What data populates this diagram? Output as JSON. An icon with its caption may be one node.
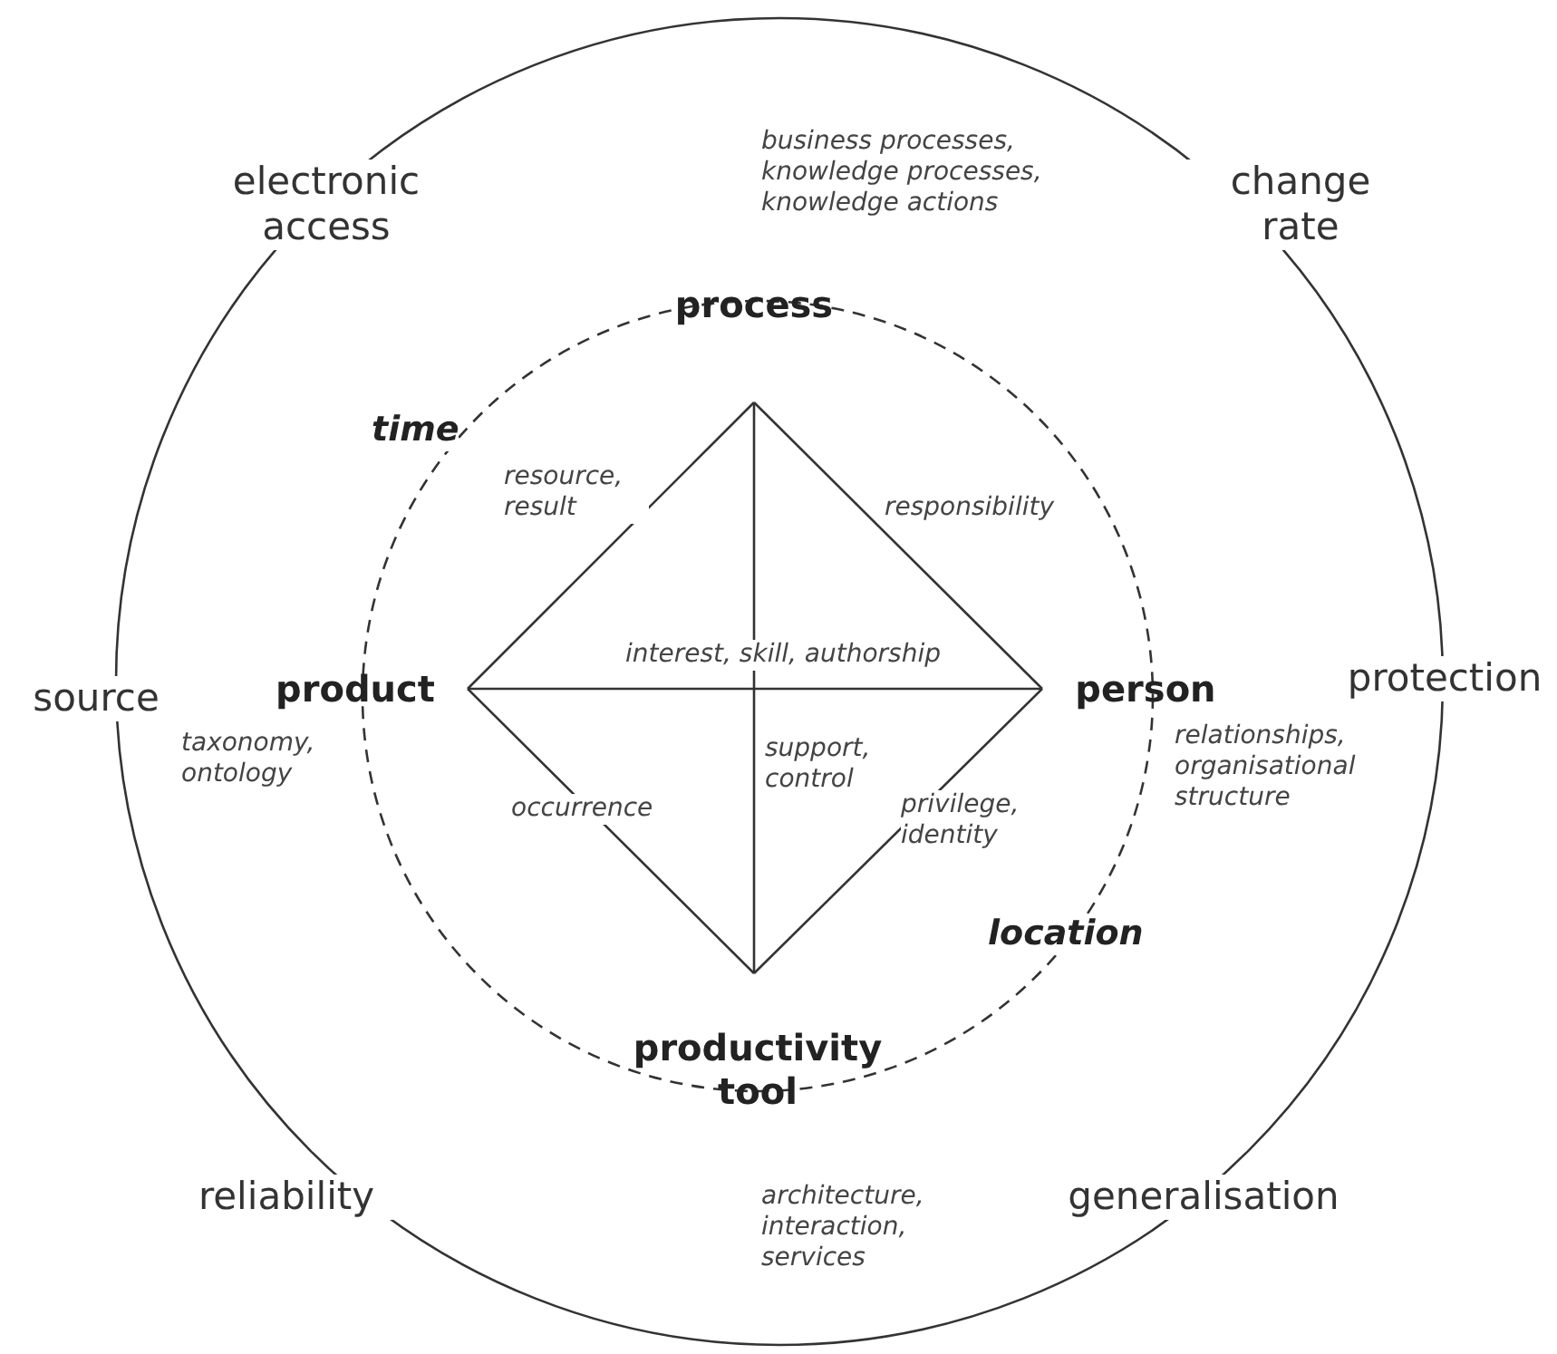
{
  "diagram": {
    "nodes": [
      {
        "text": [
          "process"
        ],
        "beside": [
          "business processes, knowledge processes, knowledge actions"
        ]
      },
      {
        "text": [
          "product"
        ],
        "beside": [
          "taxonomy, ontology"
        ]
      },
      {
        "text": [
          "person"
        ],
        "beside": [
          "relationships, organisational structure"
        ]
      },
      {
        "text": [
          "productivity tool"
        ],
        "beside": [
          "architecture, interaction, services"
        ]
      }
    ],
    "edges": [
      {
        "from": 0,
        "to": 1,
        "arrow": "none",
        "label": "resource, result"
      },
      {
        "from": 0,
        "to": 2,
        "arrow": "none",
        "label": "responsibility"
      },
      {
        "from": 1,
        "to": 2,
        "arrow": "none",
        "label": "interest, skill, authorship"
      },
      {
        "from": 0,
        "to": 3,
        "arrow": "none",
        "label": "support, control"
      },
      {
        "from": 1,
        "to": 3,
        "arrow": "none",
        "label": "occurrence"
      },
      {
        "from": 2,
        "to": 3,
        "arrow": "none",
        "label": "privilege, identity"
      }
    ],
    "labels": [
      "electronic access",
      "change rate",
      "time",
      "source",
      "protection",
      "location",
      "reliability",
      "generalisation"
    ]
  }
}
